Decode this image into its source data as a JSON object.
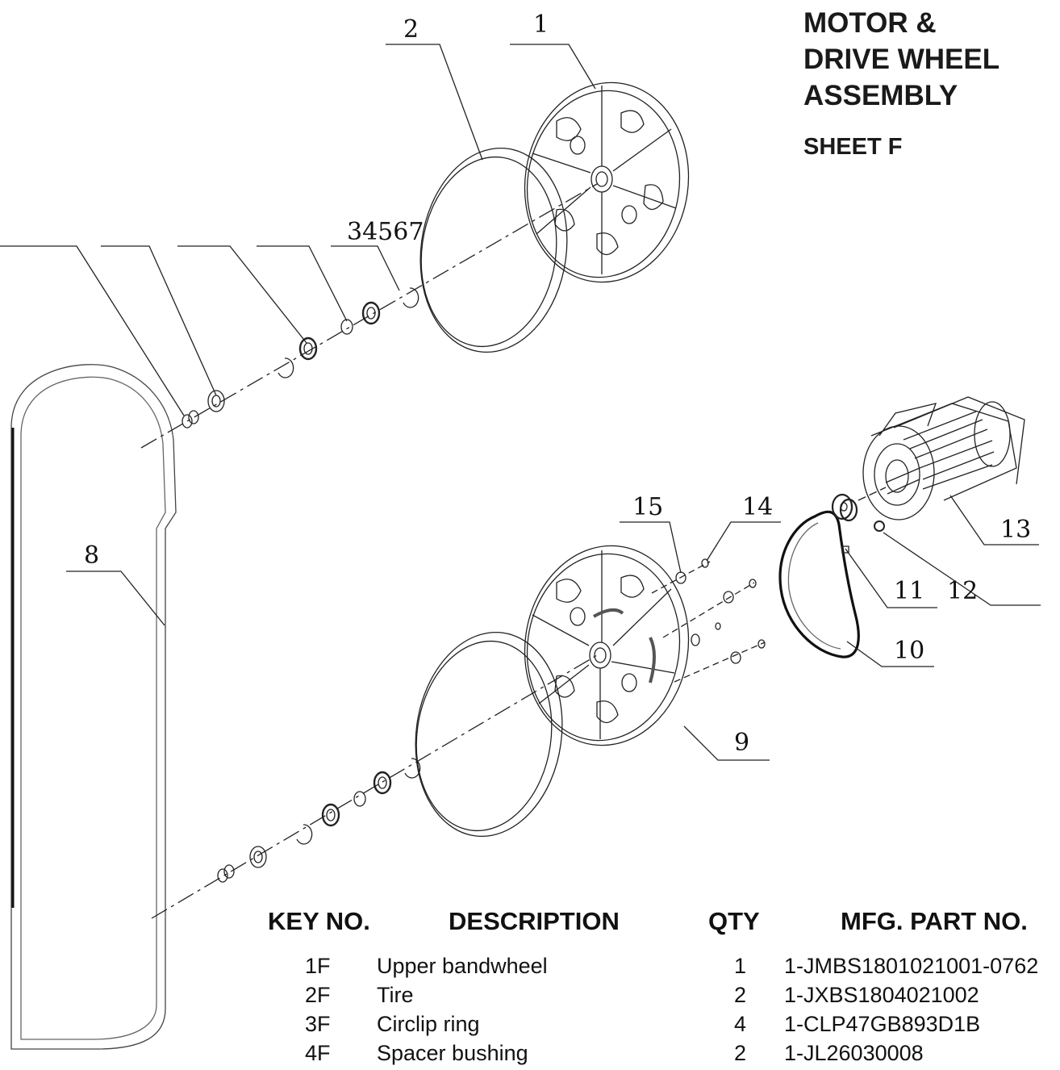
{
  "title": {
    "line1": "MOTOR &",
    "line2": "DRIVE WHEEL",
    "line3": "ASSEMBLY",
    "sheet": "SHEET F"
  },
  "callouts": {
    "c1": "1",
    "c2": "2",
    "c34567": "34567",
    "c8": "8",
    "c9": "9",
    "c10": "10",
    "c11": "11",
    "c12": "12",
    "c13": "13",
    "c14": "14",
    "c15": "15"
  },
  "parts_table": {
    "headers": {
      "key": "KEY NO.",
      "description": "DESCRIPTION",
      "qty": "QTY",
      "part": "MFG. PART NO."
    },
    "rows": [
      {
        "key": "1F",
        "description": "Upper bandwheel",
        "qty": "1",
        "part": "1-JMBS1801021001-0762"
      },
      {
        "key": "2F",
        "description": "Tire",
        "qty": "2",
        "part": "1-JXBS1804021002"
      },
      {
        "key": "3F",
        "description": "Circlip ring",
        "qty": "4",
        "part": "1-CLP47GB893D1B"
      },
      {
        "key": "4F",
        "description": "Spacer bushing",
        "qty": "2",
        "part": "1-JL26030008"
      }
    ]
  }
}
